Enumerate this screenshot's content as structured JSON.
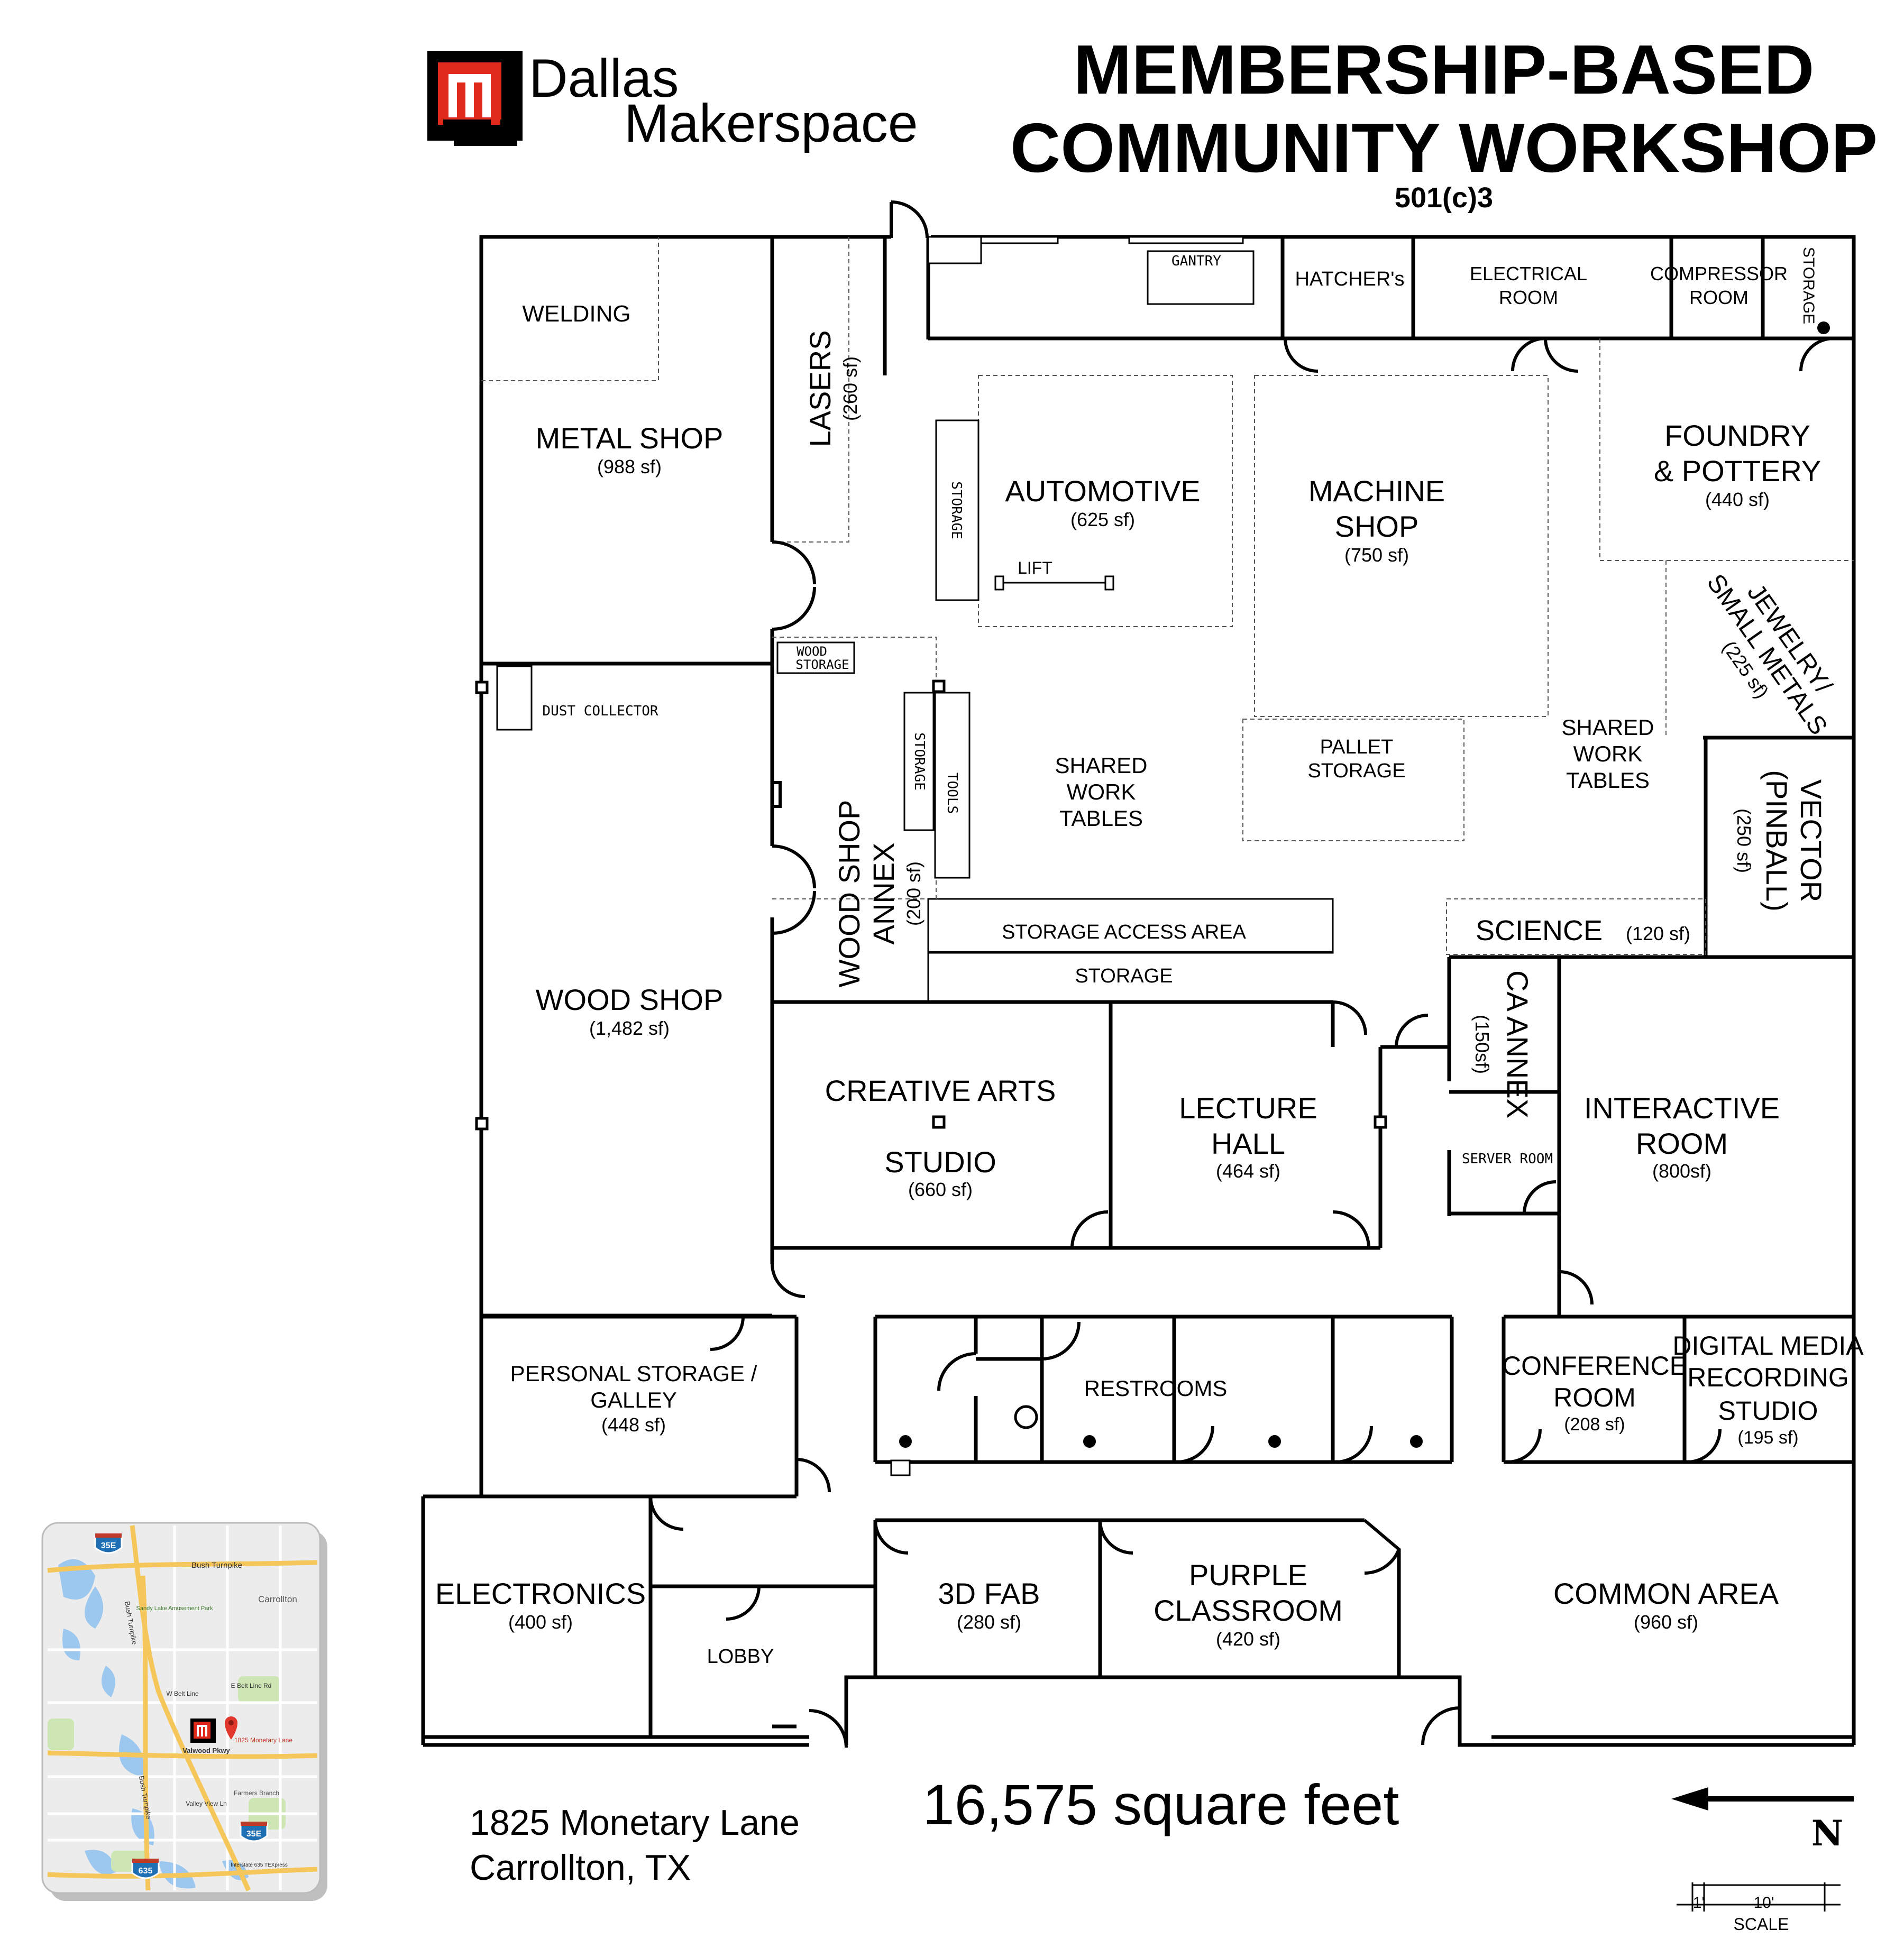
{
  "header": {
    "brand_line1": "Dallas",
    "brand_line2": "Makerspace",
    "title_line1": "MEMBERSHIP-BASED",
    "title_line2": "COMMUNITY WORKSHOP",
    "subtitle": "501(c)3"
  },
  "rooms": {
    "welding": "WELDING",
    "metal_shop": "METAL SHOP",
    "metal_shop_area": "(988 sf)",
    "lasers": "LASERS",
    "lasers_area": "(260 sf)",
    "gantry": "GANTRY",
    "hatchers": "HATCHER's",
    "electrical_1": "ELECTRICAL",
    "electrical_2": "ROOM",
    "compressor_1": "COMPRESSOR",
    "compressor_2": "ROOM",
    "storage_vertical": "STORAGE",
    "foundry_1": "FOUNDRY",
    "foundry_2": "& POTTERY",
    "foundry_area": "(440 sf)",
    "automotive": "AUTOMOTIVE",
    "automotive_area": "(625 sf)",
    "storage_auto": "STORAGE",
    "lift": "LIFT",
    "machine_1": "MACHINE",
    "machine_2": "SHOP",
    "machine_area": "(750 sf)",
    "jewelry_1": "JEWELRY/",
    "jewelry_2": "SMALL METALS",
    "jewelry_area": "(225 sf)",
    "wood_storage_1": "WOOD",
    "wood_storage_2": "STORAGE",
    "dust_collector": "DUST COLLECTOR",
    "storage_tall": "STORAGE",
    "tools": "TOOLS",
    "shared_1a": "SHARED",
    "shared_1b": "WORK",
    "shared_1c": "TABLES",
    "pallet_1": "PALLET",
    "pallet_2": "STORAGE",
    "shared_2a": "SHARED",
    "shared_2b": "WORK",
    "shared_2c": "TABLES",
    "vector_1": "VECTOR",
    "vector_2": "(PINBALL)",
    "vector_area": "(250 sf)",
    "science": "SCIENCE",
    "science_area": "(120 sf)",
    "annex_1": "WOOD SHOP",
    "annex_2": "ANNEX",
    "annex_area": "(200 sf)",
    "storage_access": "STORAGE ACCESS AREA",
    "storage_strip": "STORAGE",
    "wood_shop": "WOOD SHOP",
    "wood_shop_area": "(1,482 sf)",
    "creative_1": "CREATIVE ARTS",
    "creative_2": "STUDIO",
    "creative_area": "(660 sf)",
    "lecture_1": "LECTURE",
    "lecture_2": "HALL",
    "lecture_area": "(464 sf)",
    "ca_annex": "CA ANNEX",
    "ca_annex_area": "(150sf)",
    "server_room": "SERVER ROOM",
    "interactive_1": "INTERACTIVE",
    "interactive_2": "ROOM",
    "interactive_area": "(800sf)",
    "personal_1": "PERSONAL STORAGE /",
    "personal_2": "GALLEY",
    "personal_area": "(448 sf)",
    "restrooms": "RESTROOMS",
    "conference_1": "CONFERENCE",
    "conference_2": "ROOM",
    "conference_area": "(208 sf)",
    "digital_1": "DIGITAL MEDIA",
    "digital_2": "RECORDING",
    "digital_3": "STUDIO",
    "digital_area": "(195 sf)",
    "electronics": "ELECTRONICS",
    "electronics_area": "(400 sf)",
    "lobby": "LOBBY",
    "fab": "3D FAB",
    "fab_area": "(280 sf)",
    "purple_1": "PURPLE",
    "purple_2": "CLASSROOM",
    "purple_area": "(420 sf)",
    "common": "COMMON AREA",
    "common_area": "(960 sf)"
  },
  "footer": {
    "address_line1": "1825 Monetary Lane",
    "address_line2": "Carrollton, TX",
    "total_area": "16,575 square feet",
    "north": "N",
    "scale_small": "1'",
    "scale_large": "10'",
    "scale_label": "SCALE"
  },
  "map": {
    "road_bush_turnpike_top": "Bush Turnpike",
    "road_bush_turnpike_side": "Bush Turnpike",
    "road_bush_turnpike_lower": "Bush Turnpike",
    "city_carrollton": "Carrollton",
    "park": "Sandy Lake Amusement Park",
    "road_e_belt": "E Belt Line Rd",
    "road_w_belt": "W Belt Line",
    "pin_label": "1825 Monetary Lane",
    "road_valwood": "Valwood Pkwy",
    "road_valley_view": "Valley View Ln",
    "farmers_branch": "Farmers Branch",
    "shield_35e_top": "35E",
    "shield_35e_bottom": "35E",
    "shield_635": "635",
    "shield_635_label": "Interstate 635 TEXpress"
  },
  "colors": {
    "logo_red": "#e02a1c",
    "wall": "#000000",
    "map_water": "#9cc7ee",
    "map_park": "#cde6b4",
    "interstate_blue": "#1f6fb5"
  }
}
